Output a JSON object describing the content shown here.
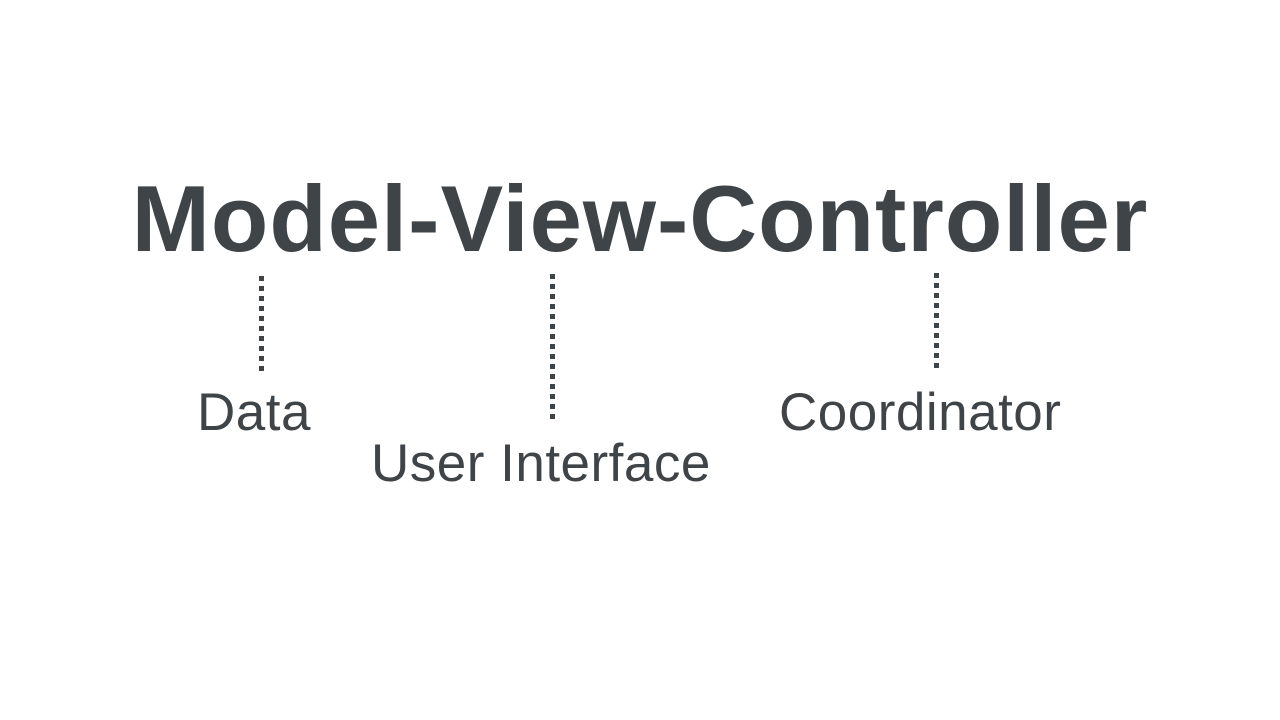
{
  "slide": {
    "title": "Model-View-Controller",
    "annotations": [
      {
        "term": "Model",
        "label": "Data"
      },
      {
        "term": "View",
        "label": "User Interface"
      },
      {
        "term": "Controller",
        "label": "Coordinator"
      }
    ],
    "colors": {
      "ink": "#3f4449",
      "background": "#ffffff"
    }
  }
}
